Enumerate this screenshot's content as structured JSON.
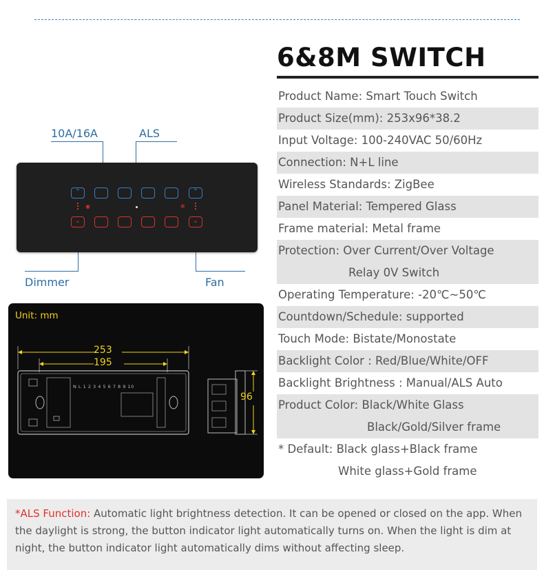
{
  "title": "6&8M SWITCH",
  "specs": [
    {
      "text": "Product Name: Smart Touch Switch"
    },
    {
      "text": "Product Size(mm): 253x96*38.2"
    },
    {
      "text": "Input Voltage: 100-240VAC 50/60Hz"
    },
    {
      "text": "Connection: N+L line"
    },
    {
      "text": "Wireless Standards:  ZigBee"
    },
    {
      "text": "Panel Material: Tempered Glass"
    },
    {
      "text": "Frame material: Metal frame"
    },
    {
      "text": "Protection: Over Current/Over Voltage",
      "line2": "Relay 0V Switch"
    },
    {
      "text": "Operating Temperature: -20℃~50℃"
    },
    {
      "text": "Countdown/Schedule: supported"
    },
    {
      "text": "Touch Mode: Bistate/Monostate"
    },
    {
      "text": "Backlight Color : Red/Blue/White/OFF"
    },
    {
      "text": "Backlight Brightness : Manual/ALS Auto"
    },
    {
      "text": "Product Color: Black/White Glass",
      "line2": "Black/Gold/Silver frame"
    },
    {
      "text": "* Default: Black glass+Black frame",
      "line2": "White glass+Gold frame"
    }
  ],
  "diagram": {
    "callout_10a": "10A/16A",
    "callout_als": "ALS",
    "callout_dimmer": "Dimmer",
    "callout_fan": "Fan",
    "unit": "Unit: mm",
    "dim_253": "253",
    "dim_195": "195",
    "dim_96": "96",
    "terminal_labels": "N L 1 2 3 4 5 6 7 8 9 10"
  },
  "note": {
    "label": "*ALS Function:",
    "text": " Automatic light brightness detection. It can be opened or closed on the app. When the daylight is strong, the button indicator light automatically turns on. When the light is dim at night, the button indicator light automatically dims without affecting sleep."
  },
  "colors": {
    "accent_blue": "#2e6da4",
    "indicator_red": "#d9322c",
    "dimension_yellow": "#f2d21b"
  }
}
